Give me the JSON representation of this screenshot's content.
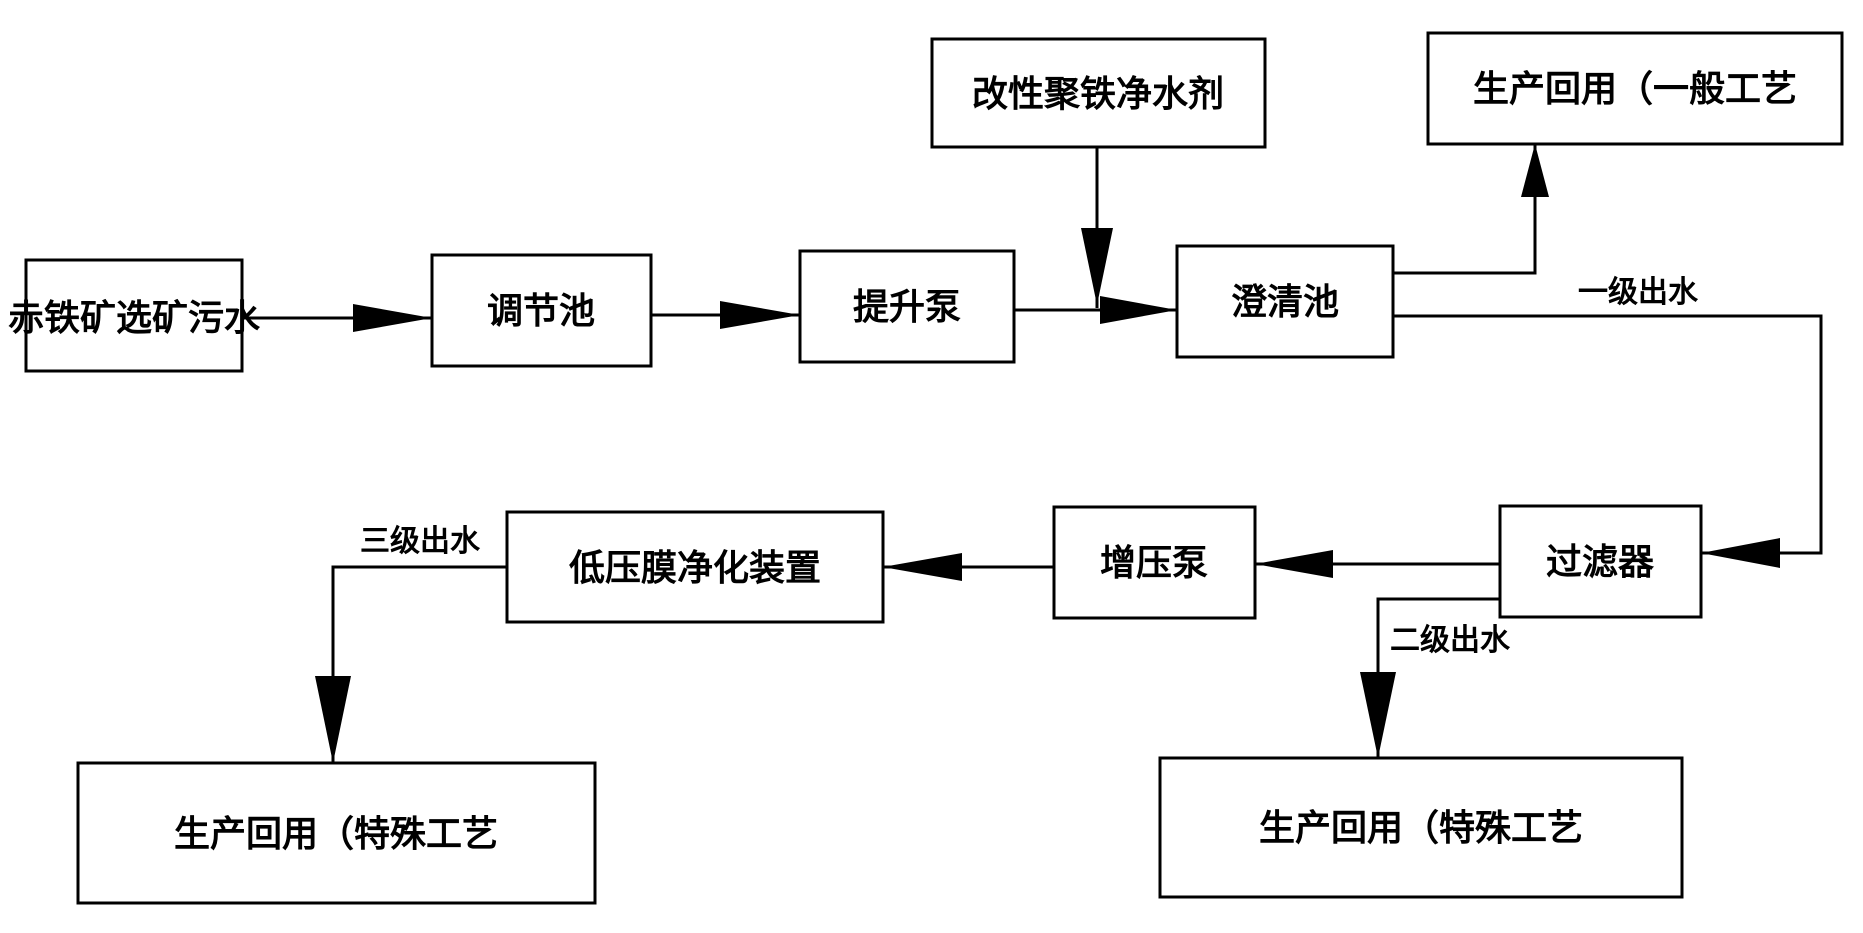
{
  "nodes": {
    "source": "赤铁矿选矿污水",
    "regulating_tank": "调节池",
    "lift_pump": "提升泵",
    "agent": "改性聚铁净水剂",
    "clarifier": "澄清池",
    "reuse_general": "生产回用（一般工艺",
    "filter": "过滤器",
    "booster_pump": "增压泵",
    "membrane_unit": "低压膜净化装置",
    "reuse_special_left": "生产回用（特殊工艺",
    "reuse_special_right": "生产回用（特殊工艺"
  },
  "edge_labels": {
    "primary_effluent": "一级出水",
    "secondary_effluent": "二级出水",
    "tertiary_effluent": "三级出水"
  }
}
